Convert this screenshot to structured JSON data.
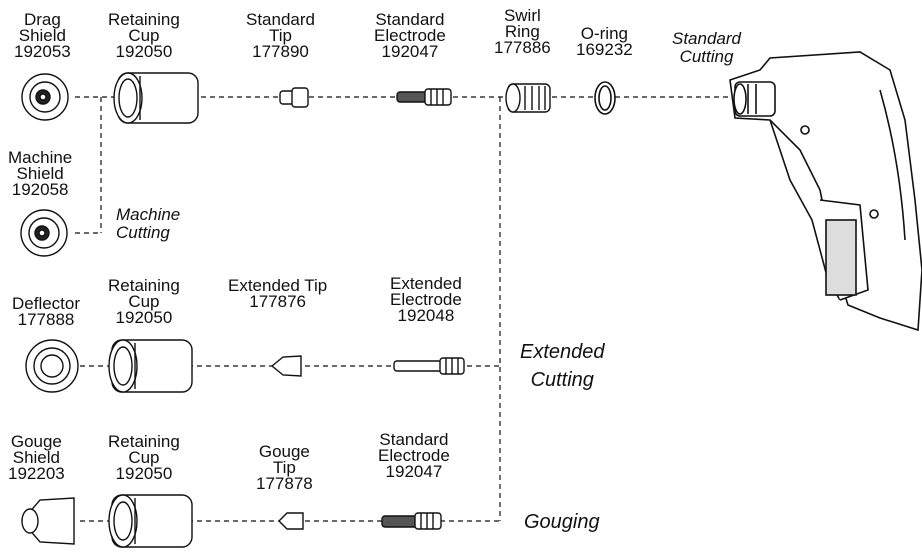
{
  "standard_row": {
    "drag_shield": {
      "name_line1": "Drag",
      "name_line2": "Shield",
      "part": "192053"
    },
    "retaining_cup": {
      "name_line1": "Retaining",
      "name_line2": "Cup",
      "part": "192050"
    },
    "tip": {
      "name_line1": "Standard",
      "name_line2": "Tip",
      "part": "177890"
    },
    "electrode": {
      "name_line1": "Standard",
      "name_line2": "Electrode",
      "part": "192047"
    },
    "swirl_ring": {
      "name_line1": "Swirl",
      "name_line2": "Ring",
      "part": "177886"
    },
    "o_ring": {
      "name": "O-ring",
      "part": "169232"
    },
    "mode_line1": "Standard",
    "mode_line2": "Cutting"
  },
  "machine_row": {
    "machine_shield": {
      "name_line1": "Machine",
      "name_line2": "Shield",
      "part": "192058"
    },
    "mode_line1": "Machine",
    "mode_line2": "Cutting"
  },
  "extended_row": {
    "deflector": {
      "name": "Deflector",
      "part": "177888"
    },
    "retaining_cup": {
      "name_line1": "Retaining",
      "name_line2": "Cup",
      "part": "192050"
    },
    "tip": {
      "name": "Extended Tip",
      "part": "177876"
    },
    "electrode": {
      "name_line1": "Extended",
      "name_line2": "Electrode",
      "part": "192048"
    },
    "mode_line1": "Extended",
    "mode_line2": "Cutting"
  },
  "gouging_row": {
    "gouge_shield": {
      "name_line1": "Gouge",
      "name_line2": "Shield",
      "part": "192203"
    },
    "retaining_cup": {
      "name_line1": "Retaining",
      "name_line2": "Cup",
      "part": "192050"
    },
    "tip": {
      "name_line1": "Gouge",
      "name_line2": "Tip",
      "part": "177878"
    },
    "electrode": {
      "name_line1": "Standard",
      "name_line2": "Electrode",
      "part": "192047"
    },
    "mode": "Gouging"
  }
}
